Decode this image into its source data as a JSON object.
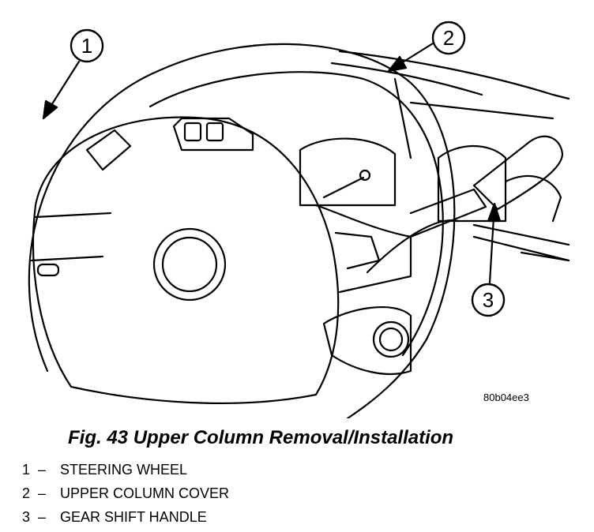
{
  "figure": {
    "code": "80b04ee3",
    "caption": "Fig. 43 Upper Column Removal/Installation",
    "callouts": [
      "1",
      "2",
      "3"
    ]
  },
  "legend": [
    {
      "num": "1",
      "sep": "–",
      "label": "STEERING WHEEL"
    },
    {
      "num": "2",
      "sep": "–",
      "label": "UPPER COLUMN COVER"
    },
    {
      "num": "3",
      "sep": "–",
      "label": "GEAR SHIFT HANDLE"
    }
  ],
  "colors": {
    "line": "#000000",
    "background": "#ffffff"
  }
}
